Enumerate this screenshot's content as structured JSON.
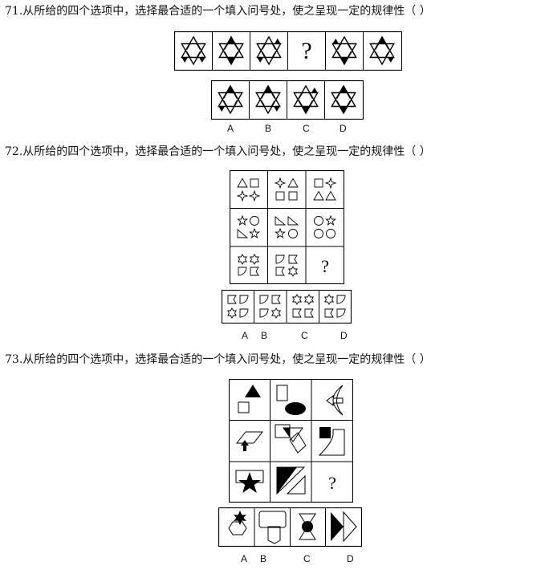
{
  "questions": [
    {
      "stem": "71.从所给的四个选项中，选择最合适的一个填入问号处，使之呈现一定的规律性（      ）",
      "question_mark": "?",
      "options": [
        "A",
        "B",
        "C",
        "D"
      ]
    },
    {
      "stem": "72.从所给的四个选项中，选择最合适的一个填入问号处，使之呈现一定的规律性（      ）",
      "question_mark": "?",
      "options": [
        "A",
        "B",
        "C",
        "D"
      ]
    },
    {
      "stem": "73.从所给的四个选项中，选择最合适的一个填入问号处，使之呈现一定的规律性（      ）",
      "question_mark": "?",
      "options": [
        "A",
        "B",
        "C",
        "D"
      ]
    }
  ]
}
